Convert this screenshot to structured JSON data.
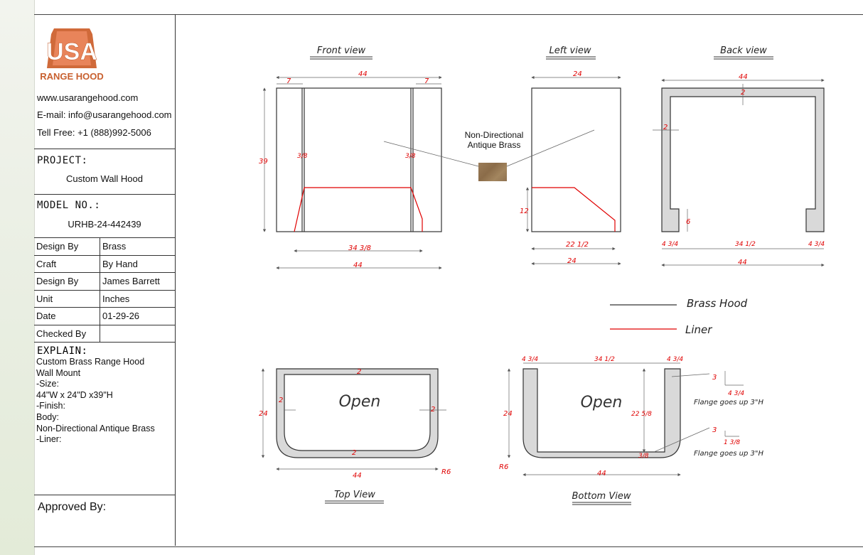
{
  "company": {
    "logo_text": "USA",
    "logo_sub": "RANGE HOOD",
    "website": "www.usarangehood.com",
    "email": "E-mail: info@usarangehood.com",
    "phone": "Tell Free: +1 (888)992-5006"
  },
  "project": {
    "heading": "PROJECT:",
    "value": "Custom Wall Hood"
  },
  "model": {
    "heading": "MODEL NO.:",
    "value": "URHB-24-442439"
  },
  "info_rows": [
    {
      "label": "Design By",
      "value": "Brass"
    },
    {
      "label": "Craft",
      "value": "By Hand"
    },
    {
      "label": "Design By",
      "value": "James Barrett"
    },
    {
      "label": "Unit",
      "value": "Inches"
    },
    {
      "label": "Date",
      "value": "01-29-26"
    },
    {
      "label": "Checked By",
      "value": ""
    }
  ],
  "explain": {
    "heading": "EXPLAIN:",
    "lines": [
      "Custom Brass Range Hood",
      "Wall Mount",
      "-Size:",
      "44\"W x 24\"D x39\"H",
      "-Finish:",
      "Body:",
      "Non-Directional Antique Brass",
      "-Liner:"
    ]
  },
  "approved": "Approved By:",
  "views": {
    "front": "Front view",
    "left": "Left view",
    "back": "Back view",
    "top": "Top View",
    "bottom": "Bottom View"
  },
  "finish_note": {
    "line1": "Non-Directional",
    "line2": "Antique Brass"
  },
  "legend": {
    "hood": "Brass Hood",
    "liner": "Liner"
  },
  "open_label": "Open",
  "flange_note": "Flange goes up 3\"H",
  "dims": {
    "w44": "44",
    "d24": "24",
    "h39": "39",
    "s7": "7",
    "s2": "2",
    "s6": "6",
    "s12": "12",
    "s3": "3",
    "r6": "R6",
    "f34_3_8": "34 3/8",
    "f22_1_2": "22 1/2",
    "f34_1_2": "34 1/2",
    "f4_3_4": "4 3/4",
    "f3_8": "3/8",
    "f22_5_8": "22 5/8",
    "f1_3_8": "1 3/8"
  },
  "colors": {
    "hood_line": "#333333",
    "liner_line": "#e00000",
    "dim_text": "#e00000",
    "wall_fill": "#d9d9d9"
  }
}
